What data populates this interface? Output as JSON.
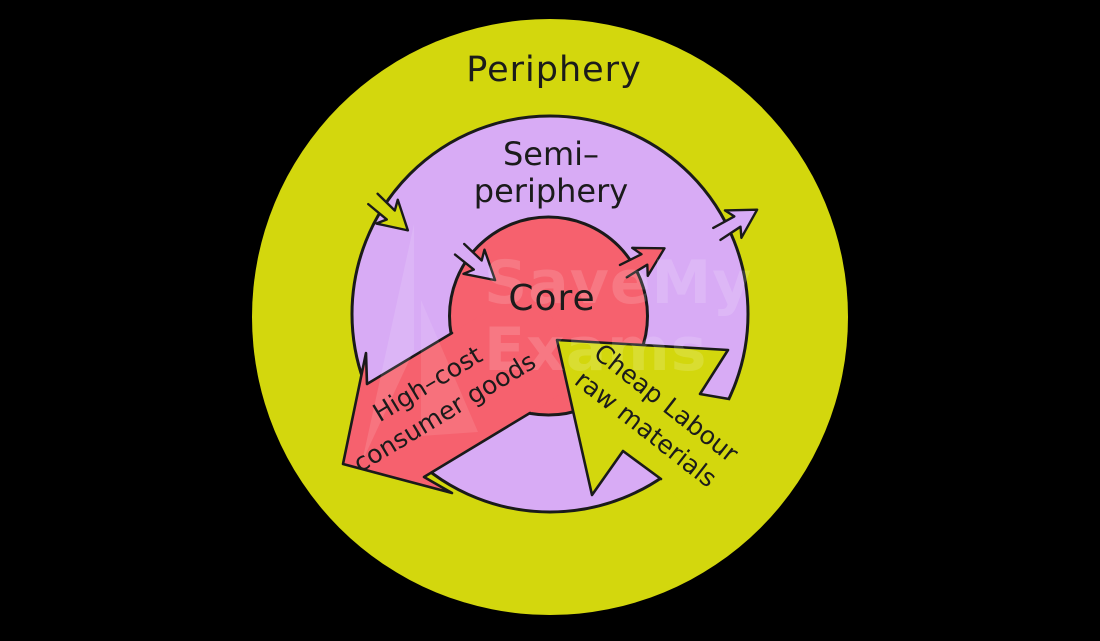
{
  "diagram": {
    "background_color": "#000000",
    "outline_color": "#1a1a1a",
    "rings": [
      {
        "name": "periphery",
        "label": "Periphery",
        "color": "#d3d70d"
      },
      {
        "name": "semi-periphery",
        "label_line1": "Semi–",
        "label_line2": "periphery",
        "color": "#d8abf5"
      },
      {
        "name": "core",
        "label": "Core",
        "color": "#f6616e"
      }
    ],
    "flows": [
      {
        "name": "high-cost-consumer-goods",
        "label_line1": "High–cost",
        "label_line2": "consumer goods",
        "from": "Core",
        "to": "Periphery",
        "color": "#f6616e"
      },
      {
        "name": "cheap-labour-raw-materials",
        "label_line1": "Cheap Labour",
        "label_line2": "raw materials",
        "from": "Periphery",
        "to": "Core",
        "color": "#d3d70d"
      }
    ],
    "exchange_arrows": [
      {
        "name": "periphery-into-semi-periphery",
        "color": "#d3d70d"
      },
      {
        "name": "semi-periphery-into-periphery",
        "color": "#d8abf5"
      },
      {
        "name": "semi-periphery-into-core",
        "color": "#d8abf5"
      },
      {
        "name": "core-into-semi-periphery",
        "color": "#f6616e"
      }
    ],
    "watermark": {
      "line1": "SaveMy",
      "line2": "Exams"
    }
  }
}
